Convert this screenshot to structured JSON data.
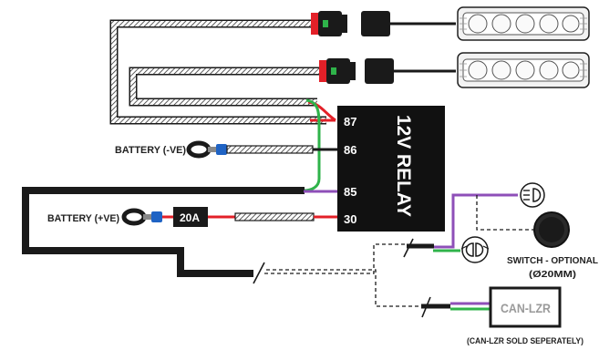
{
  "relay": {
    "title": "12V RELAY",
    "pins": [
      "87",
      "86",
      "85",
      "30"
    ]
  },
  "labels": {
    "battery_negative": "BATTERY (-VE)",
    "battery_positive": "BATTERY (+VE)",
    "fuse": "20A",
    "switch_line1": "SWITCH - OPTIONAL",
    "switch_line2": "(Ø20MM)",
    "canlzr": "CAN-LZR",
    "canlzr_note": "(CAN-LZR SOLD SEPERATELY)"
  },
  "icons": {
    "lamp_top": "light-bar-icon",
    "lamp_bottom": "light-bar-icon",
    "high_beam": "high-beam-icon",
    "low_beam": "low-beam-icon",
    "switch": "switch-icon"
  },
  "colors": {
    "wire_red": "#e32028",
    "wire_green": "#2fb34a",
    "wire_purple": "#8e4fb8",
    "wire_blue": "#1f63c4",
    "relay_fill": "#111111",
    "harness_black": "#1a1a1a",
    "canlzr_text": "#9a9a9a"
  }
}
